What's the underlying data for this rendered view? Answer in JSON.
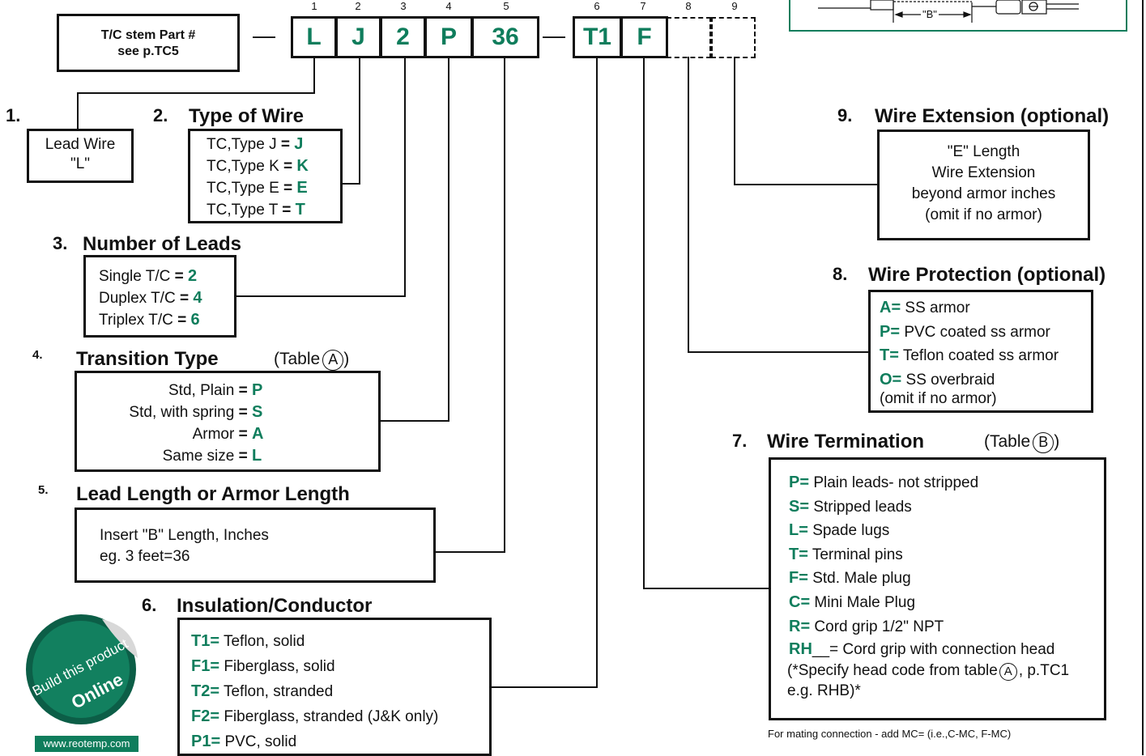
{
  "header": {
    "stem_line1": "T/C stem Part #",
    "stem_line2": "see p.TC5",
    "dash1": "—",
    "dash2": "—",
    "b_label": "\"B\""
  },
  "code_boxes": [
    {
      "num": "1",
      "code": "L"
    },
    {
      "num": "2",
      "code": "J"
    },
    {
      "num": "3",
      "code": "2"
    },
    {
      "num": "4",
      "code": "P"
    },
    {
      "num": "5",
      "code": "36"
    },
    {
      "num": "6",
      "code": "T1"
    },
    {
      "num": "7",
      "code": "F"
    },
    {
      "num": "8",
      "code": ""
    },
    {
      "num": "9",
      "code": ""
    }
  ],
  "s1": {
    "num": "1.",
    "line1": "Lead Wire",
    "line2": "\"L\""
  },
  "s2": {
    "num": "2.",
    "title": "Type of Wire",
    "rows": [
      {
        "label": "TC,Type J",
        "eq": "=",
        "code": "J"
      },
      {
        "label": "TC,Type K",
        "eq": "=",
        "code": "K"
      },
      {
        "label": "TC,Type E",
        "eq": "=",
        "code": "E"
      },
      {
        "label": "TC,Type T",
        "eq": "=",
        "code": "T"
      }
    ]
  },
  "s3": {
    "num": "3.",
    "title": "Number of Leads",
    "rows": [
      {
        "label": "Single T/C",
        "eq": "=",
        "code": "2"
      },
      {
        "label": "Duplex T/C",
        "eq": "=",
        "code": "4"
      },
      {
        "label": "Triplex T/C",
        "eq": "=",
        "code": "6"
      }
    ]
  },
  "s4": {
    "num": "4.",
    "title": "Transition Type",
    "table_pre": "(Table",
    "table_letter": "A",
    "table_post": ")",
    "rows": [
      {
        "label": "Std, Plain",
        "eq": "=",
        "code": "P"
      },
      {
        "label": "Std, with spring",
        "eq": "=",
        "code": "S"
      },
      {
        "label": "Armor",
        "eq": "=",
        "code": "A"
      },
      {
        "label": "Same size",
        "eq": "=",
        "code": "L"
      }
    ]
  },
  "s5": {
    "num": "5.",
    "title": "Lead Length or Armor Length",
    "line1": "Insert \"B\" Length, Inches",
    "line2": "eg. 3 feet=36"
  },
  "s6": {
    "num": "6.",
    "title": "Insulation/Conductor",
    "rows": [
      {
        "code": "T1=",
        "text": "Teflon, solid"
      },
      {
        "code": "F1=",
        "text": "Fiberglass, solid"
      },
      {
        "code": "T2=",
        "text": "Teflon, stranded"
      },
      {
        "code": "F2=",
        "text": "Fiberglass, stranded (J&K only)"
      },
      {
        "code": "P1=",
        "text": "PVC, solid"
      }
    ]
  },
  "s7": {
    "num": "7.",
    "title": "Wire Termination",
    "table_pre": "(Table",
    "table_letter": "B",
    "table_post": ")",
    "rows": [
      {
        "code": "P=",
        "text": "Plain leads- not stripped"
      },
      {
        "code": "S=",
        "text": "Stripped leads"
      },
      {
        "code": "L=",
        "text": "Spade lugs"
      },
      {
        "code": "T=",
        "text": "Terminal pins"
      },
      {
        "code": "F=",
        "text": "Std. Male plug"
      },
      {
        "code": "C=",
        "text": "Mini Male Plug"
      },
      {
        "code": "R=",
        "text": "Cord grip 1/2\" NPT"
      },
      {
        "code": "RH",
        "text": "__= Cord grip with connection head"
      }
    ],
    "note1_pre": "(*Specify head code from table",
    "note1_letter": "A",
    "note1_post": ", p.TC1",
    "note2": "e.g. RHB)*",
    "footer": "For mating connection - add MC= (i.e.,C-MC, F-MC)"
  },
  "s8": {
    "num": "8.",
    "title": "Wire Protection (optional)",
    "rows": [
      {
        "code": "A=",
        "text": "SS armor"
      },
      {
        "code": "P=",
        "text": "PVC coated ss armor"
      },
      {
        "code": "T=",
        "text": "Teflon coated ss armor"
      },
      {
        "code": "O=",
        "text": "SS overbraid"
      }
    ],
    "note": "(omit if no armor)"
  },
  "s9": {
    "num": "9.",
    "title": "Wire Extension (optional)",
    "lines": [
      "\"E\" Length",
      "Wire Extension",
      "beyond armor inches",
      "(omit if no armor)"
    ]
  },
  "badge": {
    "line1": "Build this product",
    "line2": "Online",
    "url": "www.reotemp.com"
  },
  "colors": {
    "accent": "#0f7d5c",
    "ink": "#111111"
  }
}
